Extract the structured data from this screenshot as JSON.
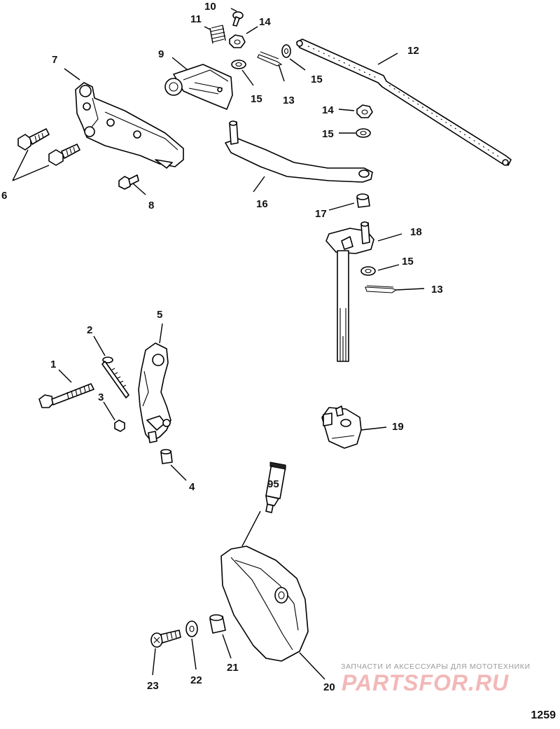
{
  "diagram": {
    "callouts": [
      "1",
      "2",
      "3",
      "4",
      "5",
      "6",
      "7",
      "8",
      "9",
      "10",
      "11",
      "12",
      "13",
      "14",
      "15",
      "16",
      "17",
      "18",
      "19",
      "20",
      "21",
      "22",
      "23"
    ],
    "tube_label": "95",
    "figure_number": "1259"
  },
  "watermark": {
    "caption": "ЗАПЧАСТИ И АКСЕССУАРЫ ДЛЯ МОТОТЕХНИКИ",
    "logo_text": "PARTSFOR.RU"
  }
}
